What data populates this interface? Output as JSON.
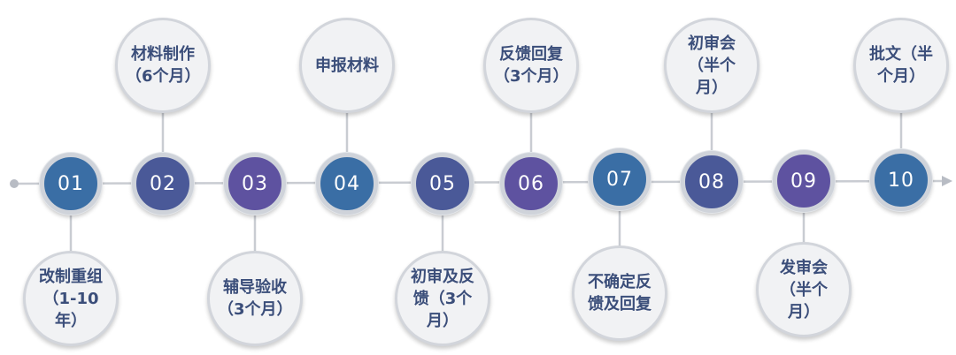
{
  "colors": {
    "blue": "#3a6ea5",
    "indigo": "#4a5998",
    "purple": "#5e52a0",
    "bubble_fill": "#f1f2f4",
    "bubble_border": "#d2d5db",
    "label_text": "#3b4e7a",
    "line": "#c9ccd2"
  },
  "steps": [
    {
      "number": "01",
      "label": "改制重组（1-10年）"
    },
    {
      "number": "02",
      "label": "材料制作（6个月）"
    },
    {
      "number": "03",
      "label": "辅导验收（3个月）"
    },
    {
      "number": "04",
      "label": "申报材料"
    },
    {
      "number": "05",
      "label": "初审及反馈（3个月）"
    },
    {
      "number": "06",
      "label": "反馈回复（3个月）"
    },
    {
      "number": "07",
      "label": "不确定反馈及回复"
    },
    {
      "number": "08",
      "label": "初审会（半个月）"
    },
    {
      "number": "09",
      "label": "发审会（半个月）"
    },
    {
      "number": "10",
      "label": "批文（半个月）"
    }
  ]
}
